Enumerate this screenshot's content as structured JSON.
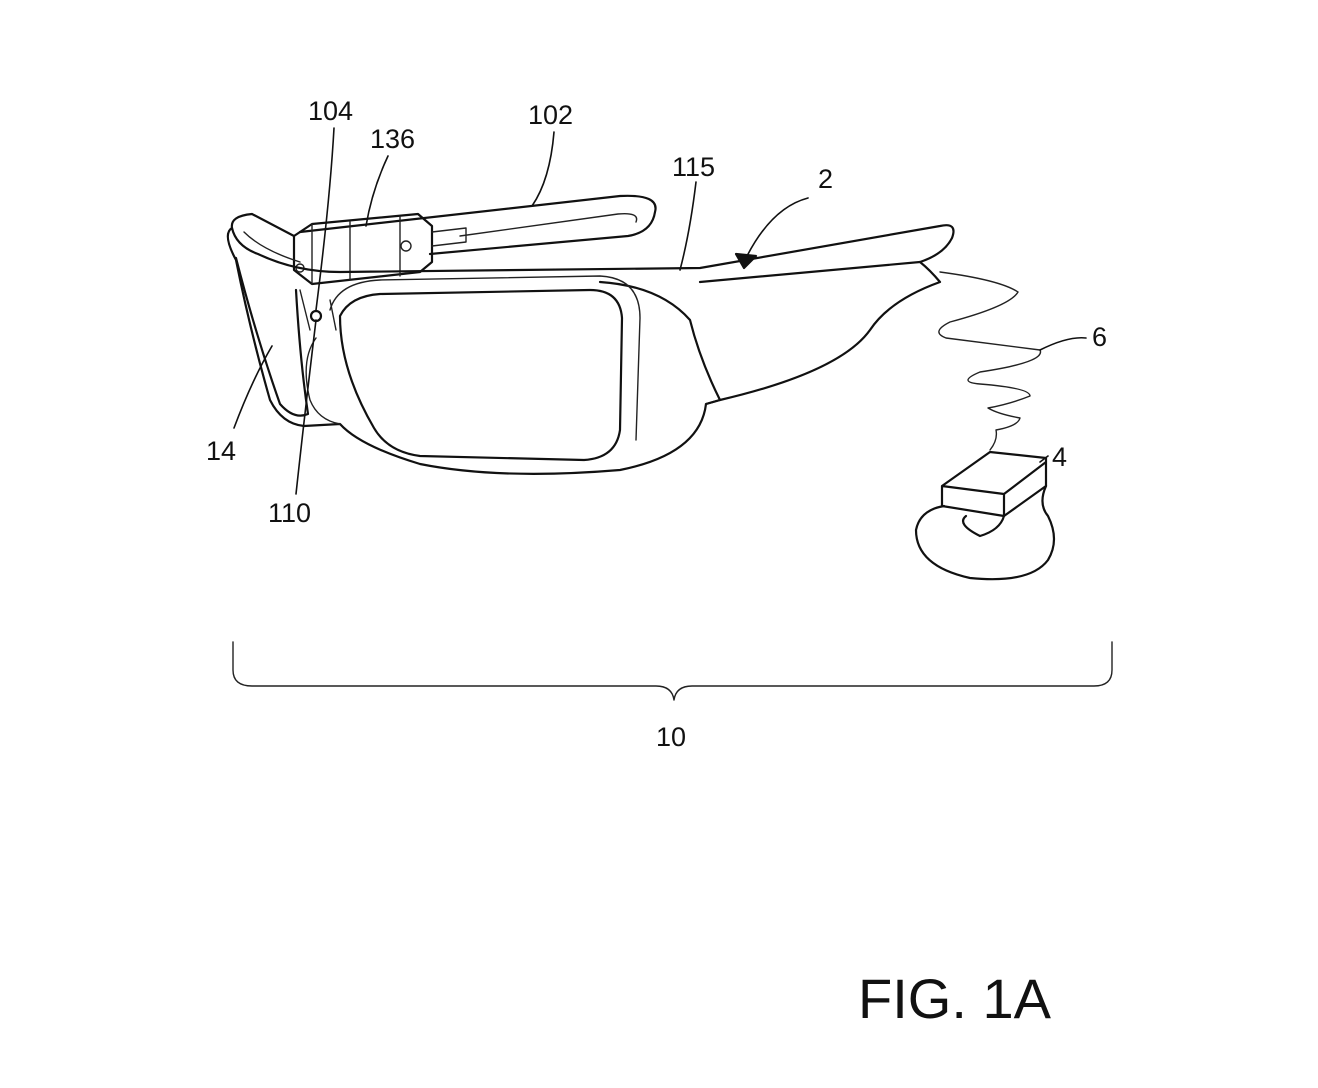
{
  "figure": {
    "caption": "FIG. 1A",
    "reference_labels": {
      "r104": "104",
      "r136": "136",
      "r102": "102",
      "r115": "115",
      "r2": "2",
      "r6": "6",
      "r4": "4",
      "r14": "14",
      "r110": "110",
      "r10": "10"
    }
  }
}
